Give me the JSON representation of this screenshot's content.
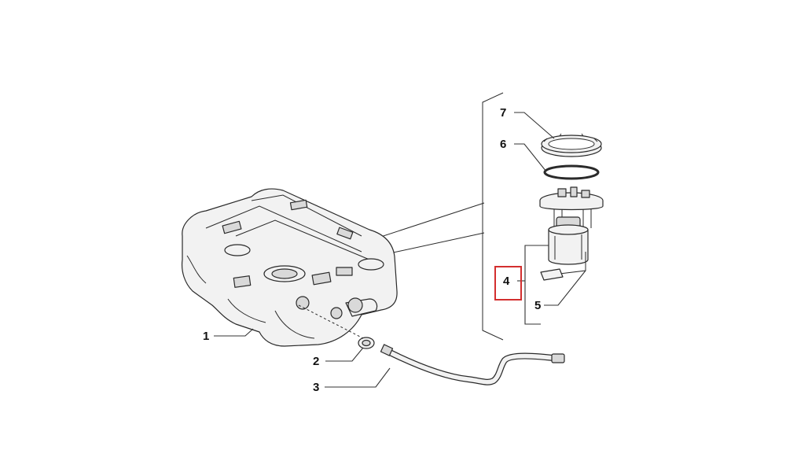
{
  "callouts": [
    {
      "id": "1",
      "label": "1"
    },
    {
      "id": "2",
      "label": "2"
    },
    {
      "id": "3",
      "label": "3"
    },
    {
      "id": "4",
      "label": "4"
    },
    {
      "id": "5",
      "label": "5"
    },
    {
      "id": "6",
      "label": "6"
    },
    {
      "id": "7",
      "label": "7"
    }
  ],
  "highlighted_callout": "4",
  "colors": {
    "highlight": "#d32f2f",
    "line": "#2a2a2a"
  }
}
